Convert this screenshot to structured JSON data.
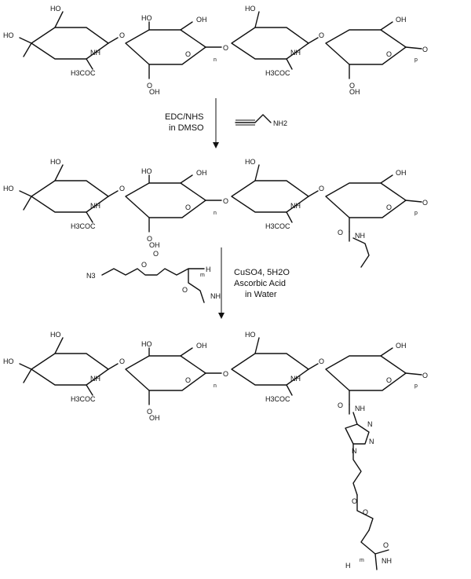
{
  "atoms": {
    "ho": "HO",
    "oh": "OH",
    "o": "O",
    "nh": "NH",
    "acetyl": "H3COC",
    "h": "H",
    "n": "N",
    "n3": "N3",
    "sub_n": "n",
    "sub_p": "p",
    "sub_m": "m"
  },
  "step1": {
    "line1": "EDC/NHS",
    "line2": "in DMSO",
    "amine": "NH2"
  },
  "step2": {
    "line1": "CuSO4, 5H2O",
    "line2": "Ascorbic Acid",
    "line3": "in Water"
  }
}
